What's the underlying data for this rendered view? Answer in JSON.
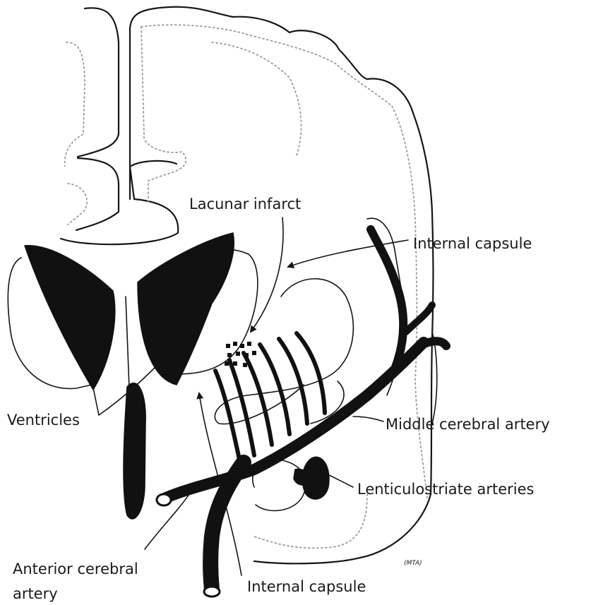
{
  "labels": {
    "lacunar_infarct": "Lacunar infarct",
    "internal_capsule_top": "Internal capsule",
    "ventricles": "Ventricles",
    "middle_cerebral_artery": "Middle cerebral artery",
    "lenticulostriate_arteries": "Lenticulostriate arteries",
    "anterior_cerebral_artery_line1": "Anterior cerebral",
    "anterior_cerebral_artery_line2": "artery",
    "internal_capsule_bottom": "Internal capsule"
  },
  "signature": "(MTA)",
  "colors": {
    "ink": "#111111",
    "dotted": "#9a9a9a",
    "background": "#ffffff"
  }
}
